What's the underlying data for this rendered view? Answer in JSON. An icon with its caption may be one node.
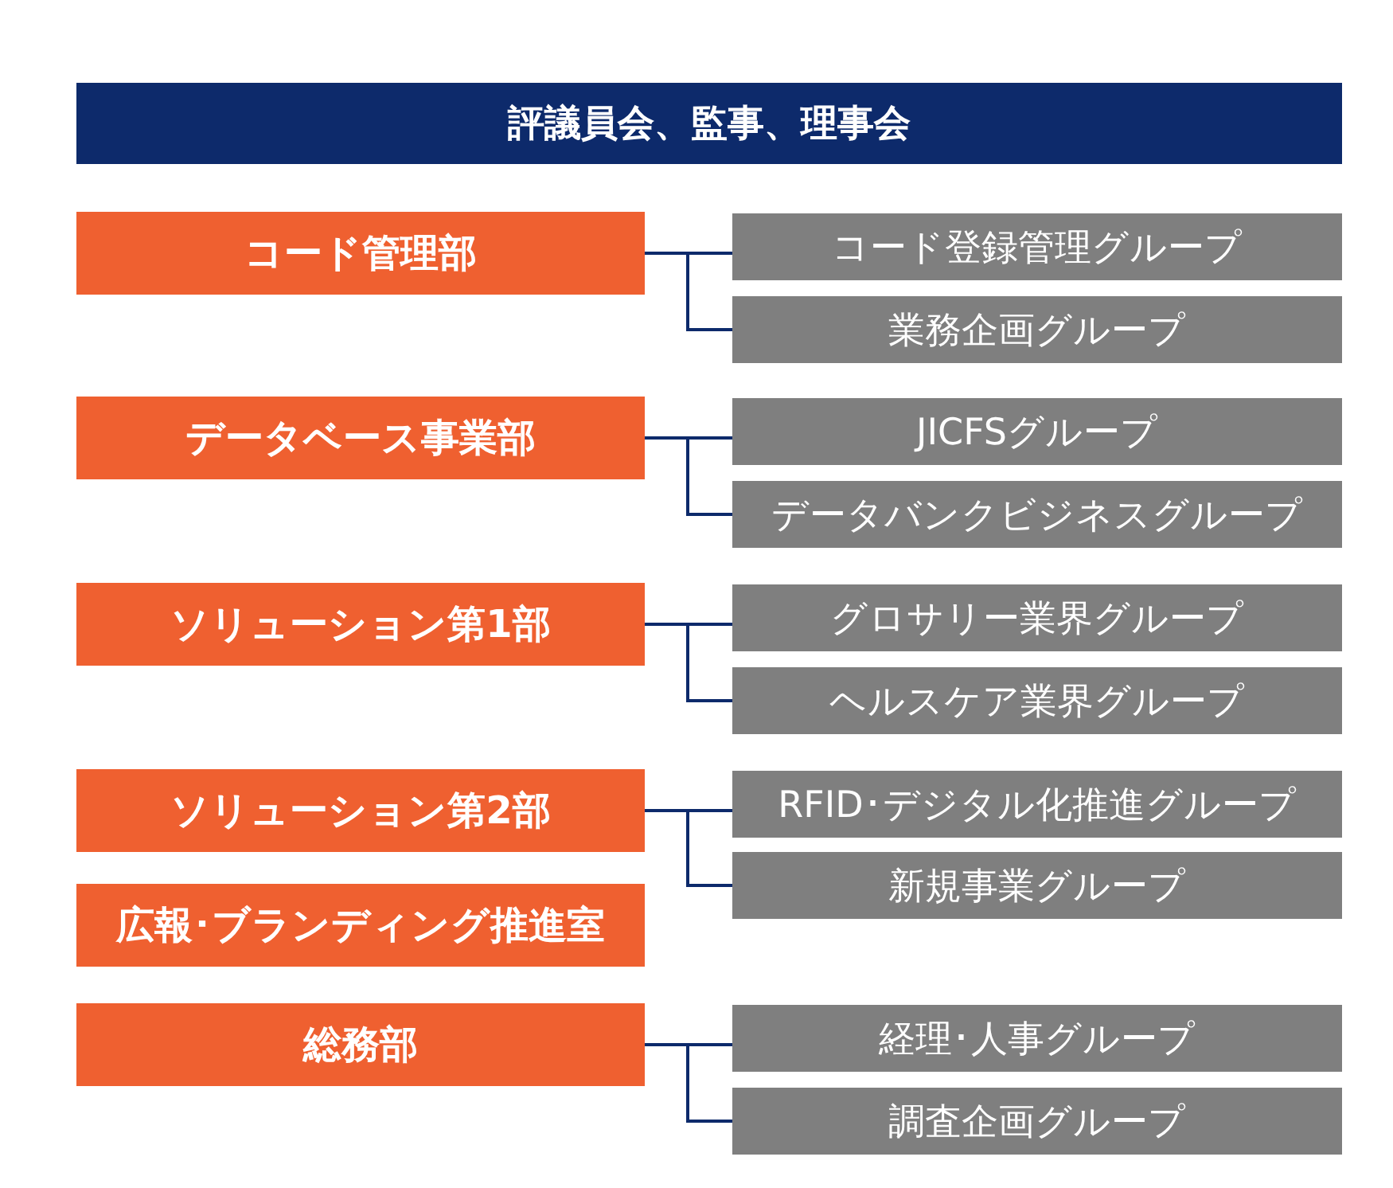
{
  "diagram": {
    "nodes": [
      {
        "text": [
          "評議員会、監事、理事会"
        ]
      },
      {
        "text": [
          "コード管理部"
        ]
      },
      {
        "text": [
          "コード登録管理グループ"
        ]
      },
      {
        "text": [
          "業務企画グループ"
        ]
      },
      {
        "text": [
          "データベース事業部"
        ]
      },
      {
        "text": [
          "JICFSグループ"
        ]
      },
      {
        "text": [
          "データバンクビジネスグループ"
        ]
      },
      {
        "text": [
          "ソリューション第1部"
        ]
      },
      {
        "text": [
          "グロサリー業界グループ"
        ]
      },
      {
        "text": [
          "ヘルスケア業界グループ"
        ]
      },
      {
        "text": [
          "ソリューション第2部"
        ]
      },
      {
        "text": [
          "RFID･デジタル化推進グループ"
        ]
      },
      {
        "text": [
          "新規事業グループ"
        ]
      },
      {
        "text": [
          "広報･ブランディング推進室"
        ]
      },
      {
        "text": [
          "総務部"
        ]
      },
      {
        "text": [
          "経理･人事グループ"
        ]
      },
      {
        "text": [
          "調査企画グループ"
        ]
      }
    ],
    "edges": [
      {
        "from": 1,
        "to": 2,
        "arrow": "none"
      },
      {
        "from": 1,
        "to": 3,
        "arrow": "none"
      },
      {
        "from": 4,
        "to": 5,
        "arrow": "none"
      },
      {
        "from": 4,
        "to": 6,
        "arrow": "none"
      },
      {
        "from": 7,
        "to": 8,
        "arrow": "none"
      },
      {
        "from": 7,
        "to": 9,
        "arrow": "none"
      },
      {
        "from": 10,
        "to": 11,
        "arrow": "none"
      },
      {
        "from": 10,
        "to": 12,
        "arrow": "none"
      },
      {
        "from": 14,
        "to": 15,
        "arrow": "none"
      },
      {
        "from": 14,
        "to": 16,
        "arrow": "none"
      }
    ]
  }
}
